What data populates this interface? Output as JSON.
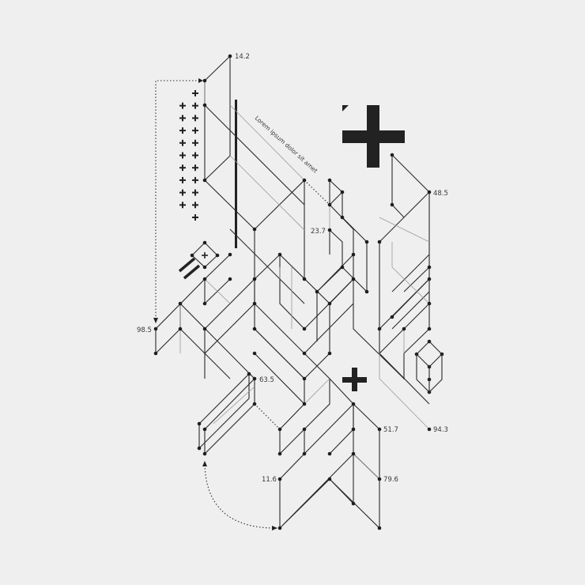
{
  "labels": {
    "v_14_2": "14.2",
    "v_48_5": "48.5",
    "v_23_7": "23.7",
    "v_98_5": "98.5",
    "v_63_5": "63.5",
    "v_51_7": "51.7",
    "v_94_3": "94.3",
    "v_11_6": "11.6",
    "v_79_6": "79.6"
  },
  "caption": "Lorem ipsum dolor sit amet",
  "colors": {
    "background": "#efefef",
    "line": "#2a2a2a",
    "accent": "#222222",
    "guide": "#9a9a9a"
  },
  "icons": [
    "plus-grid",
    "large-plus",
    "small-plus",
    "diamond-plus-marker",
    "triangle-marker"
  ]
}
